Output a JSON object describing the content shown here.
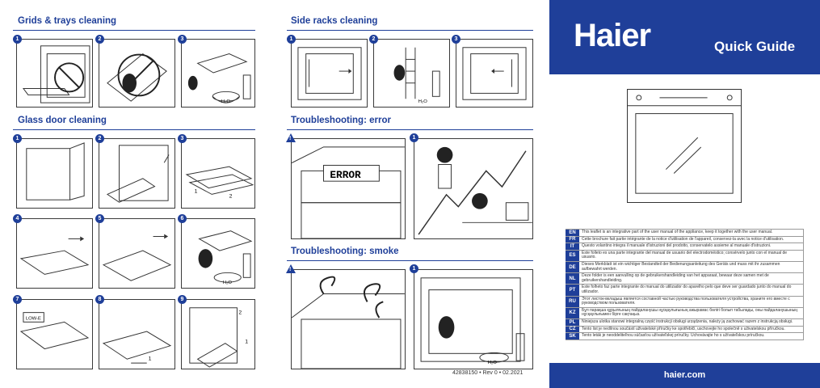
{
  "sections": {
    "grids": "Grids & trays cleaning",
    "side_racks": "Side racks cleaning",
    "glass_door": "Glass door cleaning",
    "ts_error": "Troubleshooting: error",
    "ts_smoke": "Troubleshooting: smoke"
  },
  "steps": [
    "1",
    "2",
    "3",
    "4",
    "5",
    "6",
    "7",
    "8",
    "9"
  ],
  "warning_mark": "!",
  "panel_text": {
    "error": "ERROR",
    "h2o": "H₂O",
    "low_e": "LOW-E",
    "n1": "1",
    "n2": "2"
  },
  "brand": {
    "logo": "Haier",
    "subtitle": "Quick Guide",
    "website": "haier.com"
  },
  "doc_number": "42838150 • Rev 0 • 02.2021",
  "languages": [
    {
      "code": "EN",
      "text": "This leaflet is an integrative part of the user manual of the appliance, keep it together with the user manual."
    },
    {
      "code": "FR",
      "text": "Cette brochure fait partie intégrante de la notice d'utilisation de l'appareil, conservez-la avec la notice d'utilisation."
    },
    {
      "code": "IT",
      "text": "Questo volantino integra il manuale d'istruzioni del prodotto, conservatelo assieme al manuale d'istruzioni."
    },
    {
      "code": "ES",
      "text": "Este folleto es una parte integrante del manual de usuario del electrodoméstico; consérvelo junto con el manual de usuario."
    },
    {
      "code": "DE",
      "text": "Dieses Merkblatt ist ein wichtiger Bestandteil der Bedienungsanleitung des Geräts und muss mit ihr zusammen aufbewahrt werden."
    },
    {
      "code": "NL",
      "text": "Deze folder is een aanvulling op de gebruikershandleiding van het apparaat, bewaar deze samen met de gebruikershandleiding."
    },
    {
      "code": "PT",
      "text": "Este folheto faz parte integrante do manual do utilizador do aparelho pelo que deve ser guardado junto do manual do utilizador."
    },
    {
      "code": "RU",
      "text": "Этот листок-вкладыш является составной частью руководства пользователя устройства, храните его вместе с руководством пользователя."
    },
    {
      "code": "KZ",
      "text": "Бұл парақша құрылғының пайдаланушы нұсқаулығының ажырамас бөлігі болып табылады, оны пайдаланушының нұсқаулығымен бірге сақтаңыз."
    },
    {
      "code": "PL",
      "text": "Niniejsza ulotka stanowi integralną część instrukcji obsługi urządzenia, należy ją zachować razem z instrukcją obsługi."
    },
    {
      "code": "CZ",
      "text": "Tento list je nedílnou součástí uživatelské příručky ke spotřebiči, uschovejte ho společně s uživatelskou příručkou."
    },
    {
      "code": "SK",
      "text": "Tento leták je neoddeliteľnou súčasťou užívateľskej príručky. Uchovávajte ho s užívateľskou príručkou."
    }
  ],
  "colors": {
    "brand_blue": "#1f3f99",
    "line": "#3a3a3a"
  }
}
